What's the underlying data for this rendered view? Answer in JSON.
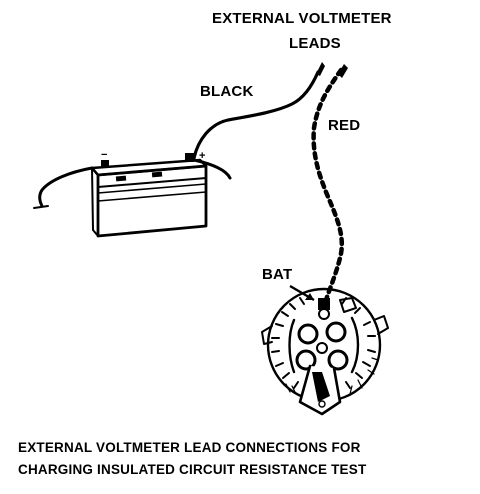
{
  "title": {
    "line1": "EXTERNAL VOLTMETER",
    "line2": "LEADS"
  },
  "labels": {
    "black": "BLACK",
    "red": "RED",
    "bat": "BAT"
  },
  "caption": {
    "line1": "EXTERNAL VOLTMETER LEAD CONNECTIONS FOR",
    "line2": "CHARGING INSULATED CIRCUIT RESISTANCE TEST"
  },
  "battery": {
    "negative_symbol": "−",
    "positive_symbol": "+"
  },
  "colors": {
    "ink": "#000000",
    "background": "#ffffff"
  }
}
